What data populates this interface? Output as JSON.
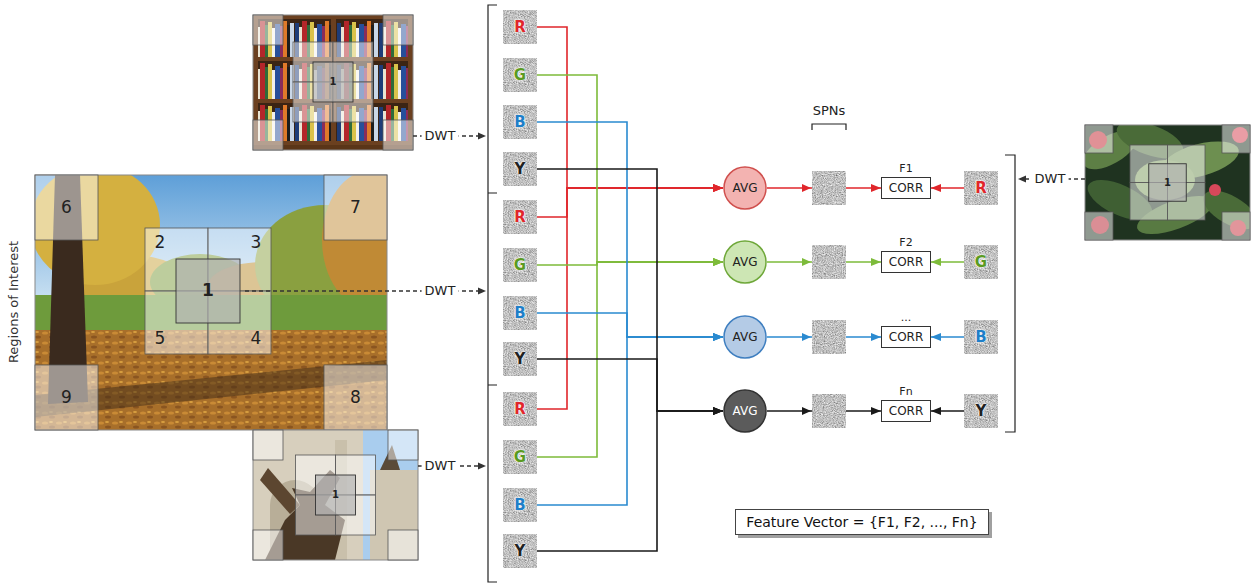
{
  "diagram": {
    "nodes": [
      {
        "text": [
          "R"
        ]
      },
      {
        "text": [
          "G"
        ]
      },
      {
        "text": [
          "B"
        ]
      },
      {
        "text": [
          "Y"
        ]
      },
      {
        "text": [
          "R"
        ]
      },
      {
        "text": [
          "G"
        ]
      },
      {
        "text": [
          "B"
        ]
      },
      {
        "text": [
          "Y"
        ]
      },
      {
        "text": [
          "R"
        ]
      },
      {
        "text": [
          "G"
        ]
      },
      {
        "text": [
          "B"
        ]
      },
      {
        "text": [
          "Y"
        ]
      },
      {
        "text": [
          "AVG"
        ]
      },
      {
        "text": [
          "AVG"
        ]
      },
      {
        "text": [
          "AVG"
        ]
      },
      {
        "text": [
          "AVG"
        ]
      },
      {
        "text": [
          "F1",
          "CORR"
        ]
      },
      {
        "text": [
          "F2",
          "CORR"
        ]
      },
      {
        "text": [
          "...",
          "CORR"
        ]
      },
      {
        "text": [
          "Fn",
          "CORR"
        ]
      },
      {
        "text": [
          "R"
        ]
      },
      {
        "text": [
          "G"
        ]
      },
      {
        "text": [
          "B"
        ]
      },
      {
        "text": [
          "Y"
        ]
      },
      {
        "text": [
          "Feature Vector = {F1, F2, ..., Fn}"
        ]
      }
    ],
    "edges": [
      {
        "from": 0,
        "to": 12,
        "arrow": "to"
      },
      {
        "from": 4,
        "to": 12,
        "arrow": "to"
      },
      {
        "from": 8,
        "to": 12,
        "arrow": "to"
      },
      {
        "from": 1,
        "to": 13,
        "arrow": "to"
      },
      {
        "from": 5,
        "to": 13,
        "arrow": "to"
      },
      {
        "from": 9,
        "to": 13,
        "arrow": "to"
      },
      {
        "from": 2,
        "to": 14,
        "arrow": "to"
      },
      {
        "from": 6,
        "to": 14,
        "arrow": "to"
      },
      {
        "from": 10,
        "to": 14,
        "arrow": "to"
      },
      {
        "from": 3,
        "to": 15,
        "arrow": "to"
      },
      {
        "from": 7,
        "to": 15,
        "arrow": "to"
      },
      {
        "from": 11,
        "to": 15,
        "arrow": "to"
      },
      {
        "from": 12,
        "to": 16,
        "arrow": "to"
      },
      {
        "from": 13,
        "to": 17,
        "arrow": "to"
      },
      {
        "from": 14,
        "to": 18,
        "arrow": "to"
      },
      {
        "from": 15,
        "to": 19,
        "arrow": "to"
      },
      {
        "from": 20,
        "to": 16,
        "arrow": "to"
      },
      {
        "from": 21,
        "to": 17,
        "arrow": "to"
      },
      {
        "from": 22,
        "to": 18,
        "arrow": "to"
      },
      {
        "from": 23,
        "to": 19,
        "arrow": "to"
      }
    ],
    "labels": [
      "Regions of Interest",
      "DWT",
      "DWT",
      "DWT",
      "DWT",
      "6",
      "7",
      "2",
      "3",
      "1",
      "5",
      "4",
      "9",
      "8",
      "1",
      "1",
      "1",
      "SPNs"
    ]
  }
}
